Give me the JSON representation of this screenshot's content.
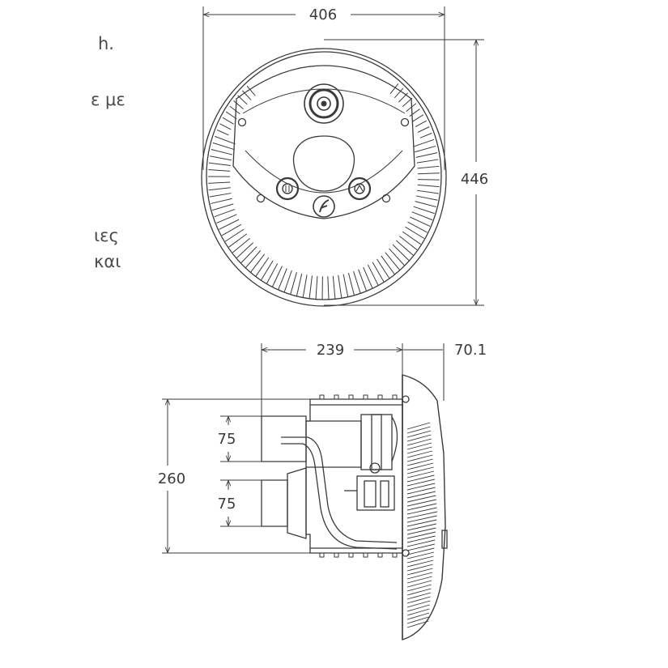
{
  "page_text": {
    "fragments": [
      "h.",
      "ε με",
      "ιες",
      "και"
    ]
  },
  "top_view": {
    "width_label": "406",
    "height_label": "446"
  },
  "side_view": {
    "depth_label": "239",
    "face_label": "70.1",
    "height_label": "260",
    "pipe_top_label": "75",
    "pipe_bottom_label": "75"
  },
  "colors": {
    "line": "#3a3a3a",
    "background": "#ffffff"
  }
}
